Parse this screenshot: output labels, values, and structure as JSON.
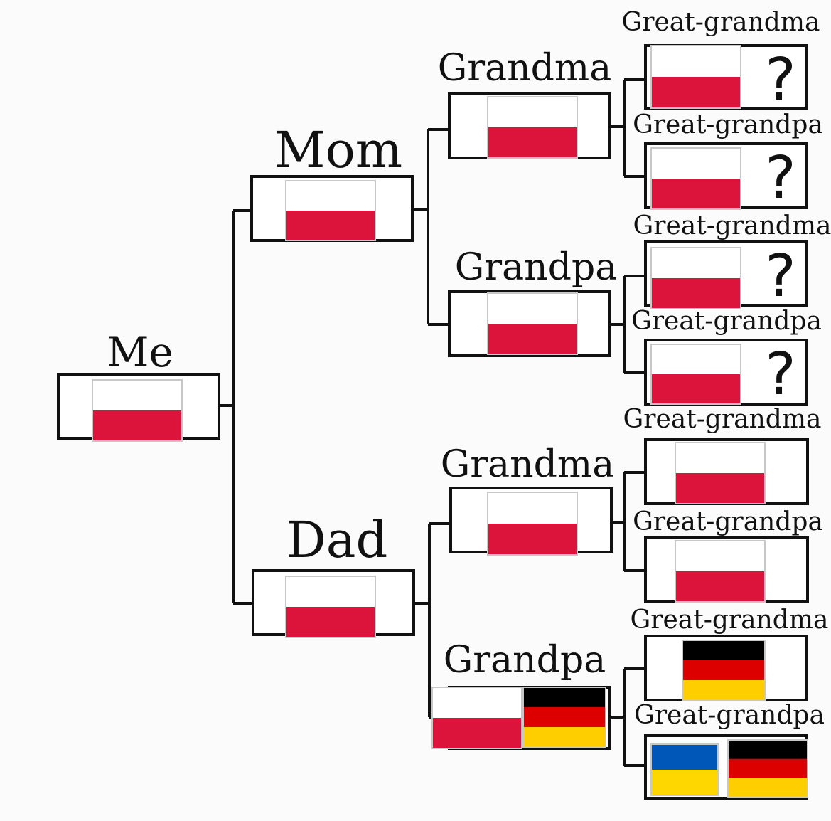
{
  "tree": {
    "me": {
      "label": "Me",
      "flags": [
        "poland"
      ]
    },
    "mom": {
      "label": "Mom",
      "flags": [
        "poland"
      ]
    },
    "dad": {
      "label": "Dad",
      "flags": [
        "poland"
      ]
    },
    "mom_grandma": {
      "label": "Grandma",
      "flags": [
        "poland"
      ]
    },
    "mom_grandpa": {
      "label": "Grandpa",
      "flags": [
        "poland"
      ]
    },
    "dad_grandma": {
      "label": "Grandma",
      "flags": [
        "poland"
      ]
    },
    "dad_grandpa": {
      "label": "Grandpa",
      "flags": [
        "poland",
        "germany"
      ]
    },
    "gg1": {
      "label": "Great-grandma",
      "flags": [
        "poland"
      ],
      "unknown": "?"
    },
    "gg2": {
      "label": "Great-grandpa",
      "flags": [
        "poland"
      ],
      "unknown": "?"
    },
    "gg3": {
      "label": "Great-grandma",
      "flags": [
        "poland"
      ],
      "unknown": "?"
    },
    "gg4": {
      "label": "Great-grandpa",
      "flags": [
        "poland"
      ],
      "unknown": "?"
    },
    "gg5": {
      "label": "Great-grandma",
      "flags": [
        "poland"
      ]
    },
    "gg6": {
      "label": "Great-grandpa",
      "flags": [
        "poland"
      ]
    },
    "gg7": {
      "label": "Great-grandma",
      "flags": [
        "germany"
      ]
    },
    "gg8": {
      "label": "Great-grandpa",
      "flags": [
        "ukraine",
        "germany"
      ]
    }
  },
  "flag_colors": {
    "poland": [
      "#ffffff",
      "#dc143c"
    ],
    "germany": [
      "#000000",
      "#dd0000",
      "#ffce00"
    ],
    "ukraine": [
      "#0057b7",
      "#ffd700"
    ]
  },
  "colors": {
    "line": "#111111",
    "box_fill": "#ffffff",
    "flag_edge": "#c8c8c8"
  }
}
